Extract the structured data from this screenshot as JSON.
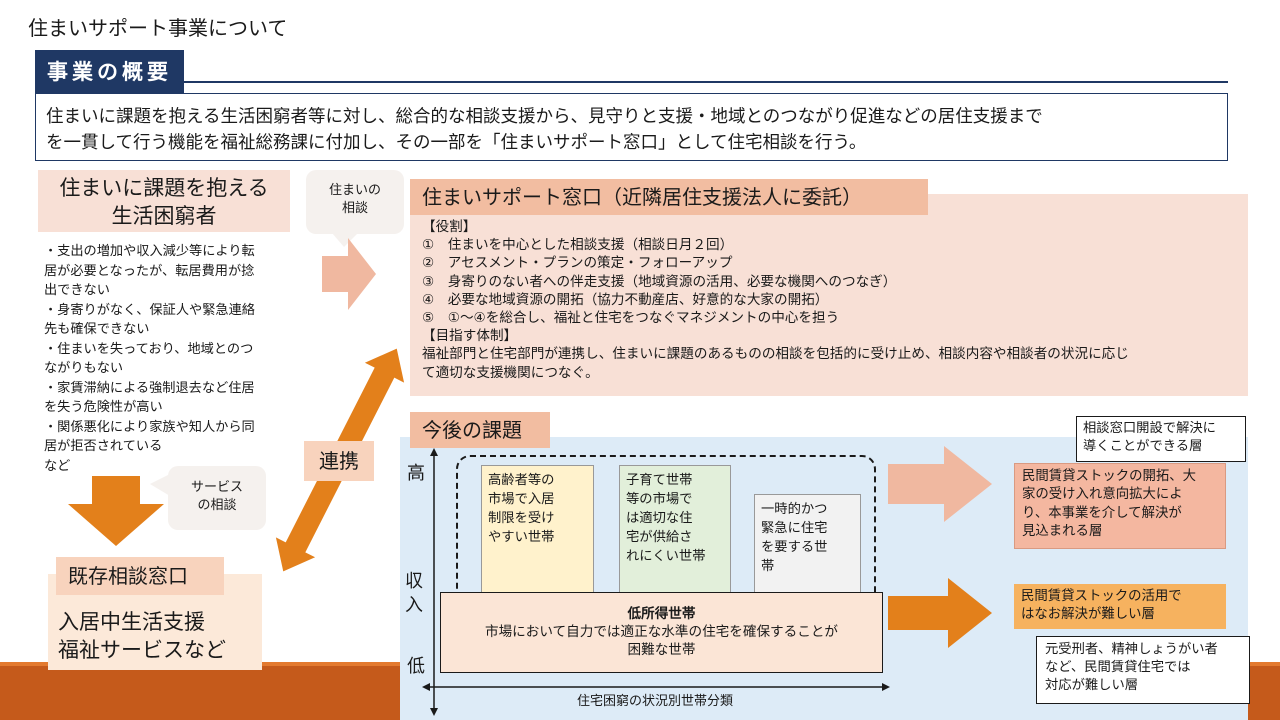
{
  "slide": {
    "title": "住まいサポート事業について"
  },
  "overview": {
    "tag": "事業の概要",
    "text_line1": "住まいに課題を抱える生活困窮者等に対し、総合的な相談支援から、見守りと支援・地域とのつながり促進などの居住支援まで",
    "text_line2": "を一貫して行う機能を福祉総務課に付加し、その一部を「住まいサポート窓口」として住宅相談を行う。"
  },
  "target": {
    "title_line1": "住まいに課題を抱える",
    "title_line2": "生活困窮者",
    "problems": [
      "・支出の増加や収入減少等により転",
      "居が必要となったが、転居費用が捻",
      "出できない",
      "・身寄りがなく、保証人や緊急連絡",
      "先も確保できない",
      "・住まいを失っており、地域とのつ",
      "ながりもない",
      "・家賃滞納による強制退去など住居",
      "を失う危険性が高い",
      "・関係悪化により家族や知人から同",
      "居が拒否されている",
      "など"
    ]
  },
  "callouts": {
    "housing_consult_line1": "住まいの",
    "housing_consult_line2": "相談",
    "service_consult_line1": "サービス",
    "service_consult_line2": "の相談"
  },
  "window": {
    "title": "住まいサポート窓口（近隣居住支援法人に委託）",
    "roles_heading": "【役割】",
    "roles": [
      "①　住まいを中心とした相談支援（相談日月２回）",
      "②　アセスメント・プランの策定・フォローアップ",
      "③　身寄りのない者への伴走支援（地域資源の活用、必要な機関へのつなぎ）",
      "④　必要な地域資源の開拓（協力不動産店、好意的な大家の開拓）",
      "⑤　①～④を総合し、福祉と住宅をつなぐマネジメントの中心を担う"
    ],
    "goal_heading": "【目指す体制】",
    "goal_line1": "福祉部門と住宅部門が連携し、住まいに課題のあるものの相談を包括的に受け止め、相談内容や相談者の状況に応じ",
    "goal_line2": "て適切な支援機関につなぐ。"
  },
  "renkei": "連携",
  "existing": {
    "tag": "既存相談窓口",
    "line1": "入居中生活支援",
    "line2": "福祉サービスなど"
  },
  "issues": {
    "tag": "今後の課題",
    "axis_high": "高",
    "axis_income": "収入",
    "axis_low": "低",
    "x_axis_label": "住宅困窮の状況別世帯分類",
    "household_elderly": [
      "高齢者等の",
      "市場で入居",
      "制限を受け",
      "やすい世帯"
    ],
    "household_child": [
      "子育て世帯",
      "等の市場で",
      "は適切な住",
      "宅が供給さ",
      "れにくい世帯"
    ],
    "household_emergency": [
      "一時的かつ",
      "緊急に住宅",
      "を要する世",
      "帯"
    ],
    "low_income_title": "低所得世帯",
    "low_income_line1": "市場において自力では適正な水準の住宅を確保することが",
    "low_income_line2": "困難な世帯",
    "note_top_line1": "相談窓口開設で解決に",
    "note_top_line2": "導くことができる層",
    "result_rental_expand": [
      "民間賃貸ストックの開拓、大",
      "家の受け入れ意向拡大によ",
      "り、本事業を介して解決が",
      "見込まれる層"
    ],
    "result_rental_hard": [
      "民間賃貸ストックの活用で",
      "はなお解決が難しい層"
    ],
    "note_bottom": [
      "元受刑者、精神しょうがい者",
      "など、民間賃貸住宅では",
      "対応が難しい層"
    ]
  },
  "colors": {
    "navy": "#1f3864",
    "salmon_light": "#f8e0d6",
    "salmon": "#f2bda1",
    "orange": "#e3801b",
    "blue_panel": "#ddebf7",
    "footer": "#c55a1b"
  }
}
